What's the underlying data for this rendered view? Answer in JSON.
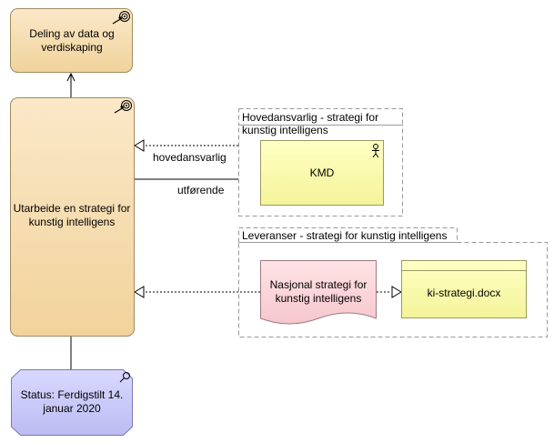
{
  "nodes": {
    "goal": {
      "label": "Deling av data og verdiskaping"
    },
    "process": {
      "label": "Utarbeide en strategi for kunstig intelligens"
    },
    "actor": {
      "label": "KMD"
    },
    "national_strategy": {
      "label": "Nasjonal strategi for kunstig intelligens"
    },
    "artifact": {
      "label": "ki-strategi.docx"
    },
    "status": {
      "label": "Status: Ferdigstilt 14. januar 2020"
    }
  },
  "groups": {
    "responsible": {
      "title": "Hovedansvarlig - strategi for kunstig intelligens"
    },
    "deliverables": {
      "title": "Leveranser - strategi for kunstig intelligens"
    }
  },
  "edges": {
    "responsible_label": "hovedansvarlig",
    "performer_label": "utførende"
  },
  "colors": {
    "goal_fill": "#f5dcab",
    "actor_fill": "#ffffb5",
    "representation_fill": "#ffd9de",
    "artifact_fill": "#ffffb5",
    "status_fill": "#ccccff",
    "group_border": "#9a9a9a"
  },
  "icons": [
    "goal-icon",
    "actor-icon",
    "search-icon"
  ]
}
